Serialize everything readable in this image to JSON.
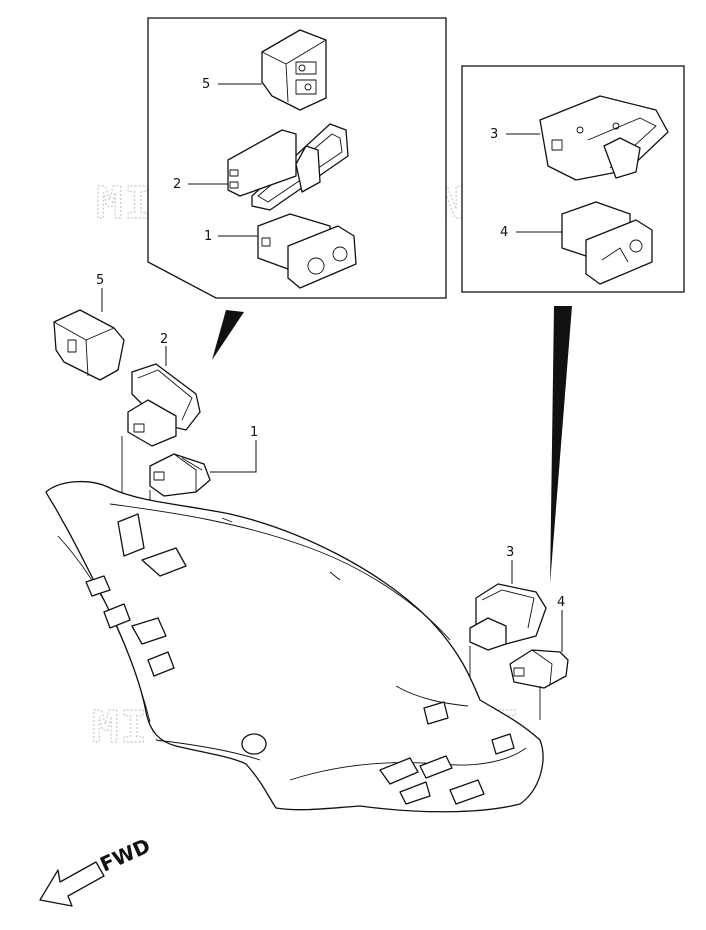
{
  "watermark": "MICROFICHES.NET",
  "direction_label": "FWD",
  "callouts": {
    "left_box": {
      "part5": "5",
      "part2": "2",
      "part1": "1"
    },
    "right_box": {
      "part3": "3",
      "part4": "4"
    },
    "main_left": {
      "part5": "5",
      "part2": "2",
      "part1": "1"
    },
    "main_right": {
      "part3": "3",
      "part4": "4"
    }
  },
  "icons": {
    "direction_arrow": "arrow-left-down-icon"
  }
}
